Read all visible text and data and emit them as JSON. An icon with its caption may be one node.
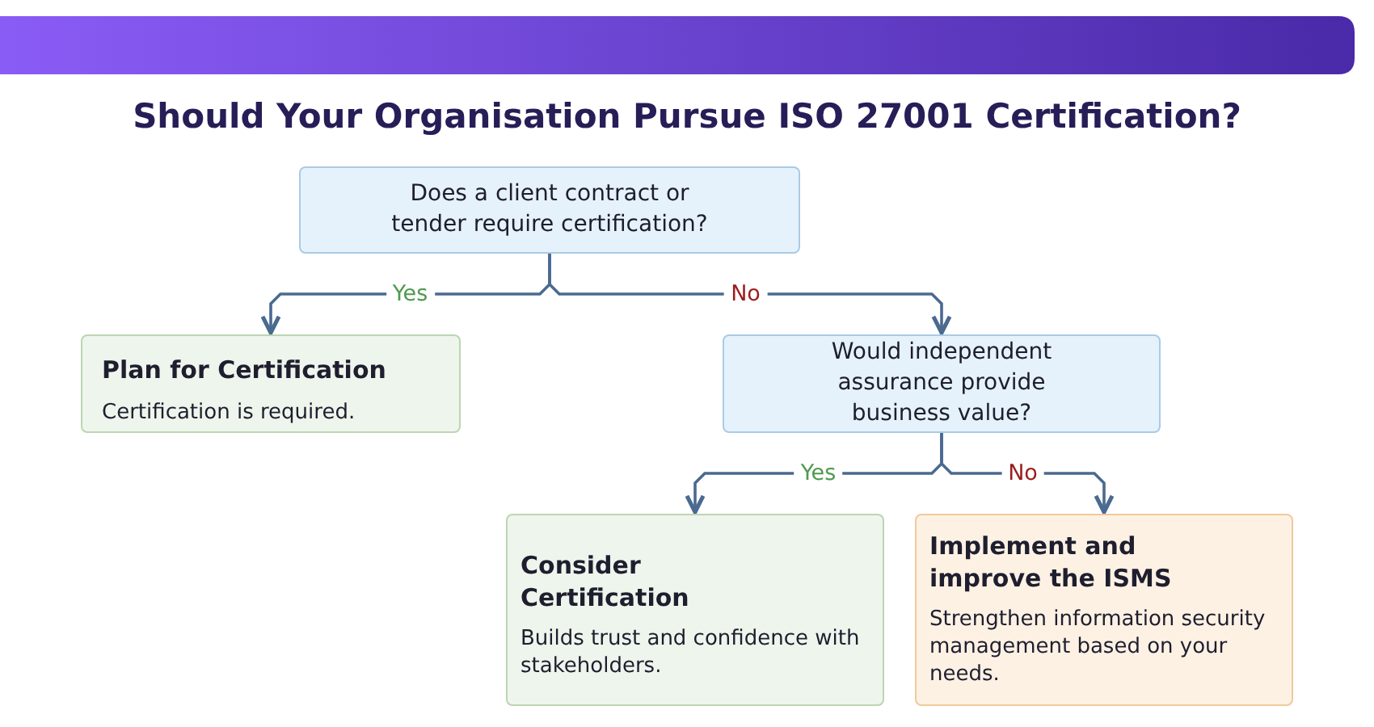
{
  "diagram": {
    "title": "Should Your Organisation Pursue ISO 27001 Certification?",
    "nodes": [
      {
        "text": [
          "Does a client contract or tender require certification?"
        ]
      },
      {
        "text": [
          "Plan for Certification",
          "Certification is required."
        ]
      },
      {
        "text": [
          "Would independent assurance provide business value?"
        ]
      },
      {
        "text": [
          "Consider Certification",
          "Builds trust and confidence with stakeholders."
        ]
      },
      {
        "text": [
          "Implement and improve the ISMS",
          "Strengthen information security management based on your needs."
        ]
      }
    ],
    "edges": [
      {
        "from": 0,
        "to": 1,
        "arrow": "to",
        "label": "Yes"
      },
      {
        "from": 0,
        "to": 2,
        "arrow": "to",
        "label": "No"
      },
      {
        "from": 2,
        "to": 3,
        "arrow": "to",
        "label": "Yes"
      },
      {
        "from": 2,
        "to": 4,
        "arrow": "to",
        "label": "No"
      }
    ]
  }
}
